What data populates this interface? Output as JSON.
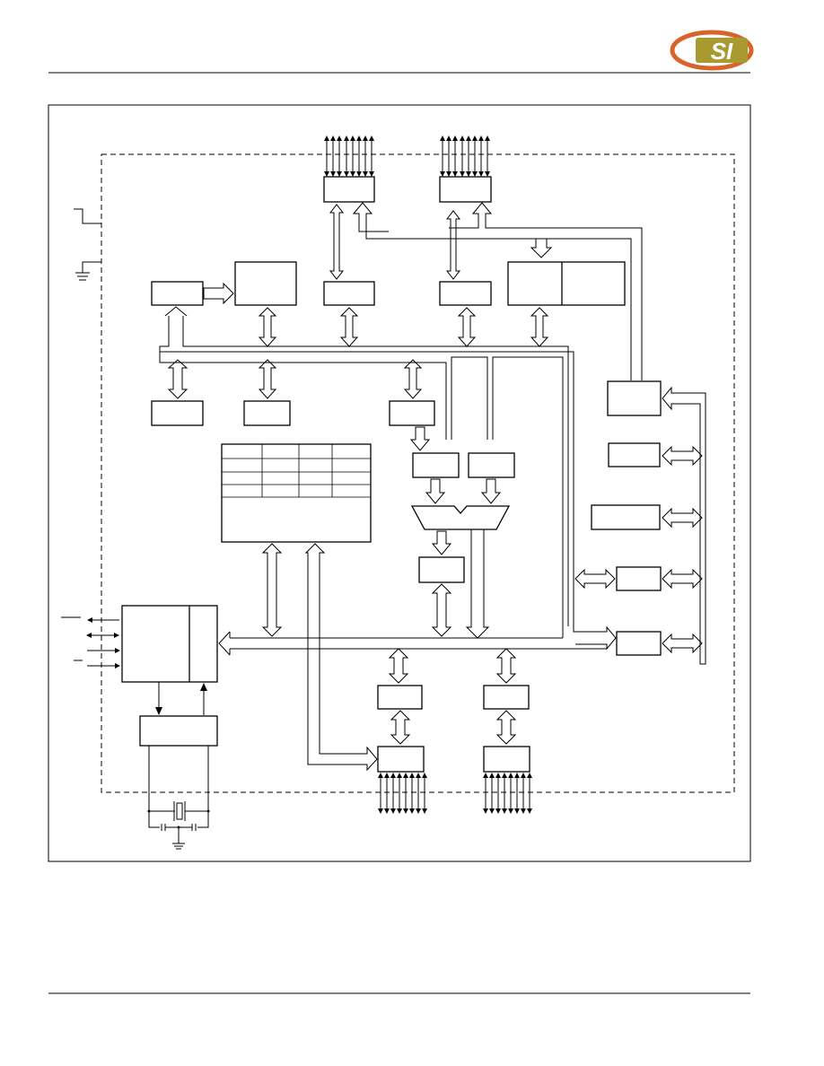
{
  "header": {
    "logo": {
      "text": "SI",
      "ring_color": "#d9642a",
      "fill_color": "#a89a2e"
    }
  },
  "diagram": {
    "kind": "block-diagram",
    "line_color": "#000000",
    "background": "#ffffff",
    "blocks": [
      {
        "id": "port-top-left-latch",
        "label": ""
      },
      {
        "id": "port-top-right-latch",
        "label": ""
      },
      {
        "id": "left-small-register",
        "label": ""
      },
      {
        "id": "memory-block",
        "label": ""
      },
      {
        "id": "top-bus-driver-left",
        "label": ""
      },
      {
        "id": "top-bus-driver-right",
        "label": ""
      },
      {
        "id": "split-register-block",
        "label": ""
      },
      {
        "id": "mid-register-1",
        "label": ""
      },
      {
        "id": "mid-register-2",
        "label": ""
      },
      {
        "id": "mid-register-3",
        "label": ""
      },
      {
        "id": "register-table",
        "label": ""
      },
      {
        "id": "alu-temp-a",
        "label": ""
      },
      {
        "id": "alu-temp-b",
        "label": ""
      },
      {
        "id": "alu",
        "label": ""
      },
      {
        "id": "accumulator",
        "label": ""
      },
      {
        "id": "control-unit",
        "label": ""
      },
      {
        "id": "oscillator-block",
        "label": ""
      },
      {
        "id": "bottom-bus-driver-left",
        "label": ""
      },
      {
        "id": "bottom-bus-driver-right",
        "label": ""
      },
      {
        "id": "port-bottom-left-latch",
        "label": ""
      },
      {
        "id": "port-bottom-right-latch",
        "label": ""
      },
      {
        "id": "right-peripheral-1",
        "label": ""
      },
      {
        "id": "right-peripheral-2",
        "label": ""
      },
      {
        "id": "right-peripheral-3",
        "label": ""
      },
      {
        "id": "right-peripheral-4",
        "label": ""
      },
      {
        "id": "right-peripheral-5",
        "label": ""
      }
    ]
  }
}
